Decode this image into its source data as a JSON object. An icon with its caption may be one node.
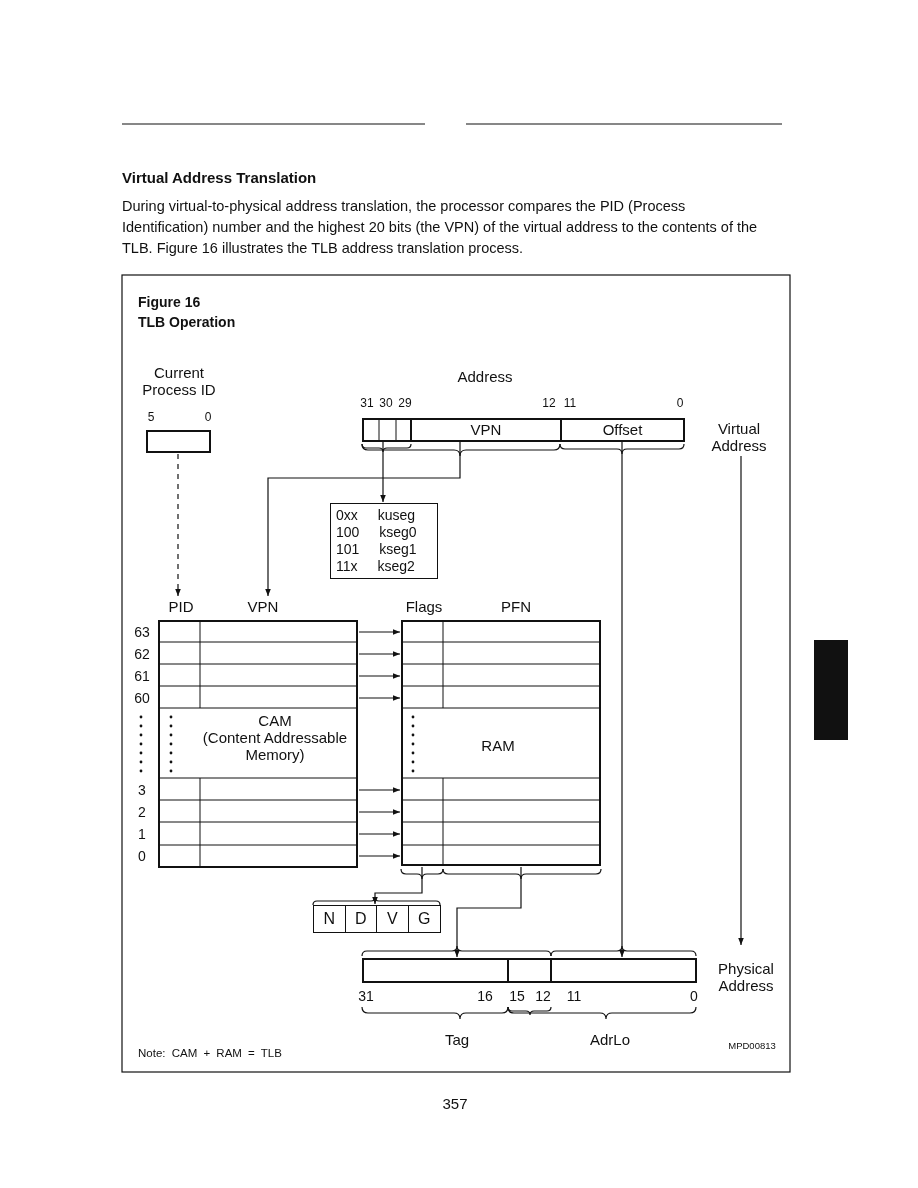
{
  "diagram": {
    "title": "Virtual Address Translation",
    "nodes": [
      {
        "text": [
          "Current Process ID"
        ]
      },
      {
        "text": [
          "Address"
        ],
        "beside": [
          "Virtual Address"
        ]
      },
      {
        "text": [],
        "shape": "box",
        "in": 1
      },
      {
        "text": [
          "VPN"
        ],
        "in": 1
      },
      {
        "text": [
          "Offset"
        ],
        "in": 1
      },
      {
        "text": [
          "0xx kuseg",
          "100 kseg0",
          "101 kseg1",
          "11x kseg2"
        ]
      },
      {
        "text": [
          "PID",
          "VPN",
          "CAM",
          "(Content Addressable Memory)"
        ]
      },
      {
        "text": [
          "Flags",
          "PFN",
          "RAM"
        ]
      },
      {
        "text": [
          "N",
          "D",
          "V",
          "G"
        ]
      },
      {
        "text": [],
        "shape": "box",
        "beside": [
          "Physical Address"
        ]
      },
      {
        "text": [],
        "shape": "box",
        "in": 9
      },
      {
        "text": [],
        "shape": "box",
        "in": 9
      },
      {
        "text": [],
        "shape": "box",
        "in": 9
      }
    ],
    "edges": [
      {
        "from": 0,
        "to": 6,
        "arrow": "to",
        "style": "dashed"
      },
      {
        "from": 3,
        "to": 6,
        "arrow": "to"
      },
      {
        "from": 2,
        "to": 5,
        "arrow": "to"
      },
      {
        "from": 6,
        "to": 7,
        "arrow": "to"
      },
      {
        "from": 6,
        "to": 7,
        "arrow": "to"
      },
      {
        "from": 6,
        "to": 7,
        "arrow": "to"
      },
      {
        "from": 6,
        "to": 7,
        "arrow": "to"
      },
      {
        "from": 6,
        "to": 7,
        "arrow": "to"
      },
      {
        "from": 6,
        "to": 7,
        "arrow": "to"
      },
      {
        "from": 6,
        "to": 7,
        "arrow": "to"
      },
      {
        "from": 6,
        "to": 7,
        "arrow": "to"
      },
      {
        "from": 7,
        "to": 8,
        "arrow": "to"
      },
      {
        "from": 7,
        "to": 9,
        "arrow": "to"
      },
      {
        "from": 4,
        "to": 12,
        "arrow": "to"
      },
      {
        "from": 1,
        "to": 9,
        "arrow": "to"
      }
    ],
    "labels": [
      "During virtual-to-physical address translation, the processor compares the PID (Process Identification) number and the highest 20 bits (the VPN) of the virtual address to the contents of the TLB. Figure 16 illustrates the TLB address translation process.",
      "Figure 16",
      "TLB Operation",
      "5",
      "0",
      "31",
      "30",
      "29",
      "12",
      "11",
      "0",
      "63",
      "62",
      "61",
      "60",
      "3",
      "2",
      "1",
      "0",
      "31",
      "16",
      "15",
      "12",
      "11",
      "0",
      "Tag",
      "AdrLo",
      "Note: CAM + RAM = TLB",
      "MPD00813",
      "357"
    ]
  }
}
